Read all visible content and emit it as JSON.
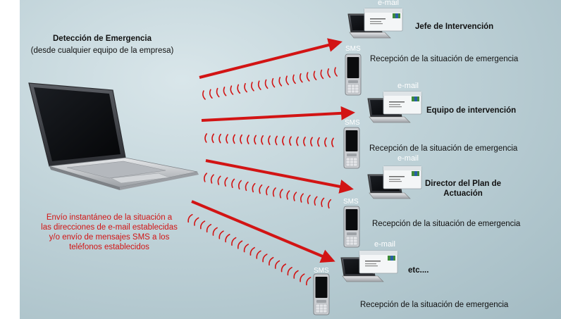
{
  "source": {
    "title": "Detección de Emergencia",
    "subtitle": "(desde cualquier equipo de la empresa)"
  },
  "note": [
    "Envío instantáneo de la situación a",
    "las direcciones de e-mail establecidas",
    "y/o envío de mensajes SMS a los",
    "teléfonos establecidos"
  ],
  "channel_email_label": "e-mail",
  "channel_sms_label": "SMS",
  "recipients": [
    {
      "name_lines": [
        "Jefe de Intervención"
      ],
      "reception": "Recepción de la situación de emergencia"
    },
    {
      "name_lines": [
        "Equipo de intervención"
      ],
      "reception": "Recepción de la situación de emergencia"
    },
    {
      "name_lines": [
        "Director del Plan de",
        "Actuación"
      ],
      "reception": "Recepción de la situación de emergencia"
    },
    {
      "name_lines": [
        "etc...."
      ],
      "reception": "Recepción de la situación de emergencia"
    }
  ],
  "colors": {
    "arrow": "#d21414",
    "note_text": "#d21414"
  }
}
